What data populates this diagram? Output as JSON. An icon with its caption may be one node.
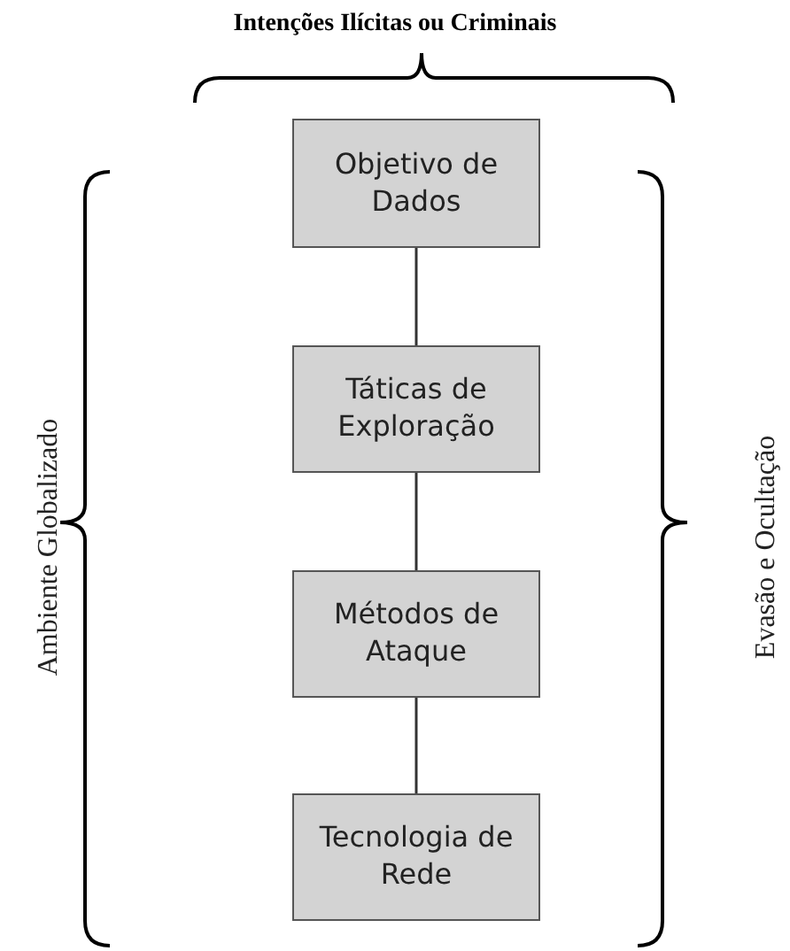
{
  "diagram": {
    "title": "Intenções Ilícitas ou Criminais",
    "nodes": [
      {
        "text": [
          "Objetivo de Dados"
        ]
      },
      {
        "text": [
          "Táticas de Exploração"
        ]
      },
      {
        "text": [
          "Métodos de Ataque"
        ]
      },
      {
        "text": [
          "Tecnologia de Rede"
        ]
      }
    ],
    "edges": [
      {
        "from": 0,
        "to": 1,
        "arrow": "none"
      },
      {
        "from": 1,
        "to": 2,
        "arrow": "none"
      },
      {
        "from": 2,
        "to": 3,
        "arrow": "none"
      }
    ],
    "labels": [
      "Ambiente Globalizado",
      "Evasão e Ocultação"
    ]
  }
}
